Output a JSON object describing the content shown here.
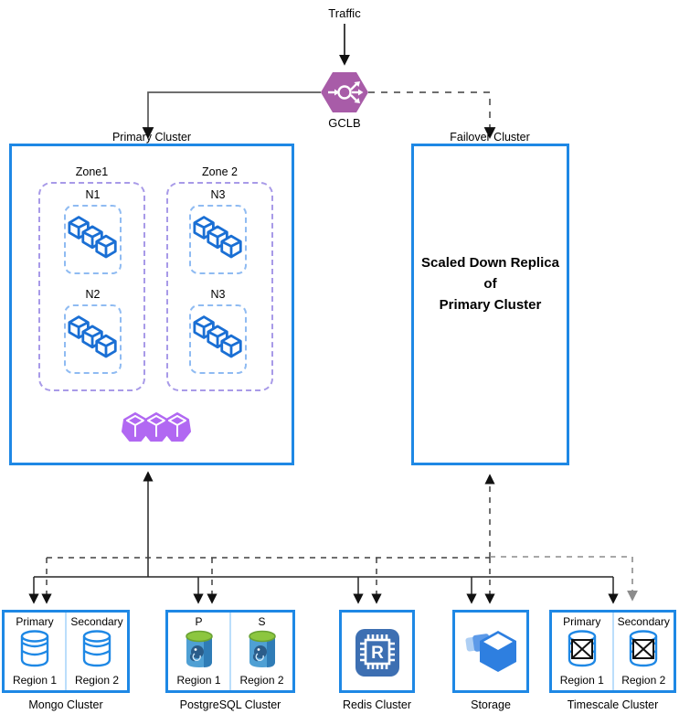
{
  "top": {
    "traffic_label": "Traffic",
    "gclb_label": "GCLB"
  },
  "primary_cluster": {
    "label": "Primary Cluster",
    "zones": [
      {
        "label": "Zone1",
        "nodes": [
          {
            "label": "N1"
          },
          {
            "label": "N2"
          }
        ]
      },
      {
        "label": "Zone 2",
        "nodes": [
          {
            "label": "N3"
          },
          {
            "label": "N3"
          }
        ]
      }
    ]
  },
  "failover_cluster": {
    "label": "Failover Cluster",
    "body": [
      "Scaled Down Replica",
      "of",
      "Primary Cluster"
    ]
  },
  "databases": [
    {
      "name": "mongo",
      "label": "Mongo Cluster",
      "left": {
        "role": "Primary",
        "region": "Region 1"
      },
      "right": {
        "role": "Secondary",
        "region": "Region 2"
      }
    },
    {
      "name": "postgres",
      "label": "PostgreSQL Cluster",
      "left": {
        "role": "P",
        "region": "Region 1"
      },
      "right": {
        "role": "S",
        "region": "Region 2"
      }
    },
    {
      "name": "redis",
      "label": "Redis Cluster",
      "icon_letter": "R"
    },
    {
      "name": "storage",
      "label": "Storage"
    },
    {
      "name": "timescale",
      "label": "Timescale Cluster",
      "left": {
        "role": "Primary",
        "region": "Region 1"
      },
      "right": {
        "role": "Secondary",
        "region": "Region 2"
      }
    }
  ],
  "colors": {
    "accent_blue": "#1e88e5",
    "gclb_purple": "#a85ca8",
    "workload_cube_blue": "#1a6fd4",
    "workloads_purple": "#b168f2",
    "zone_border_purple": "#a89ae8",
    "node_border_blue": "#8fbbf2",
    "divider_blue": "#bbdefb",
    "connector_gray": "#595959",
    "dashed_gray": "#8c8c8c"
  }
}
